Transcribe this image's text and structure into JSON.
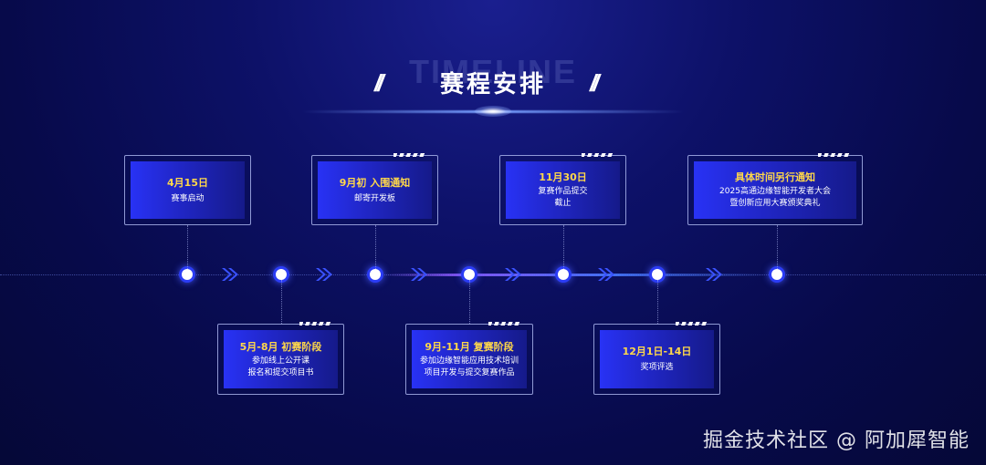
{
  "header": {
    "bg_text": "TIMELINE",
    "title": "赛程安排",
    "slash_left": "//",
    "slash_right": "//"
  },
  "events": [
    {
      "title": "4月15日",
      "lines": [
        "赛事启动"
      ]
    },
    {
      "title": "5月-8月 初赛阶段",
      "lines": [
        "参加线上公开课",
        "报名和提交项目书"
      ]
    },
    {
      "title": "9月初 入围通知",
      "lines": [
        "邮寄开发板"
      ]
    },
    {
      "title": "9月-11月 复赛阶段",
      "lines": [
        "参加边缘智能应用技术培训",
        "项目开发与提交复赛作品"
      ]
    },
    {
      "title": "11月30日",
      "lines": [
        "复赛作品提交",
        "截止"
      ]
    },
    {
      "title": "12月1日-14日",
      "lines": [
        "奖项评选"
      ]
    },
    {
      "title": "具体时间另行通知",
      "lines": [
        "2025高通边缘智能开发者大会",
        "暨创新应用大赛颁奖典礼"
      ]
    }
  ],
  "watermark": "掘金技术社区 @ 阿加犀智能",
  "colors": {
    "accent_yellow": "#ffd84a",
    "card_blue": "#2832f5",
    "node_blue": "#2b3cf5",
    "background": "#070a4a"
  },
  "icons": [
    "chevron-right-icon"
  ]
}
